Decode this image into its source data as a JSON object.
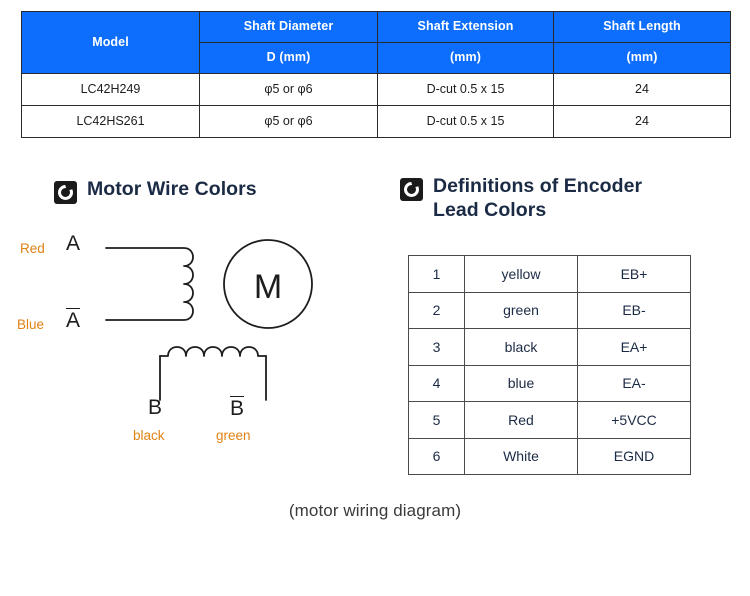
{
  "spec_table": {
    "header_rows": [
      [
        "Model",
        "Shaft Diameter",
        "Shaft Extension",
        "Shaft Length"
      ],
      [
        "D (mm)",
        "(mm)",
        "(mm)"
      ]
    ],
    "columns": [
      "Model",
      "Shaft Diameter",
      "Shaft Extension",
      "Shaft Length"
    ],
    "sub_units": [
      "D (mm)",
      "(mm)",
      "(mm)"
    ],
    "rows": [
      [
        "LC42H249",
        "φ5 or φ6",
        "D-cut 0.5 x 15",
        "24"
      ],
      [
        "LC42HS261",
        "φ5 or φ6",
        "D-cut 0.5 x 15",
        "24"
      ]
    ],
    "header_bg": "#0d6efd",
    "header_fg": "#ffffff",
    "border_color": "#2b2b2b"
  },
  "motor_section": {
    "icon": "target-circle-icon",
    "title": "Motor Wire Colors",
    "diagram": {
      "wire_labels": {
        "top_left": "Red",
        "bottom_left": "Blue",
        "bottom_coil_left": "black",
        "bottom_coil_right": "green"
      },
      "terminals": {
        "a": "A",
        "a_bar": "A",
        "b": "B",
        "b_bar": "B"
      },
      "motor_symbol": "M"
    },
    "label_color": "#e08214",
    "terminal_color": "#1d1d1d"
  },
  "encoder_section": {
    "icon": "target-circle-icon",
    "title_line1": "Definitions of Encoder",
    "title_line2": "Lead Colors",
    "table": {
      "rows": [
        [
          "1",
          "yellow",
          "EB+"
        ],
        [
          "2",
          "green",
          "EB-"
        ],
        [
          "3",
          "black",
          "EA+"
        ],
        [
          "4",
          "blue",
          "EA-"
        ],
        [
          "5",
          "Red",
          "+5VCC"
        ],
        [
          "6",
          "White",
          "EGND"
        ]
      ],
      "border_color": "#4a4a4a",
      "text_color": "#1c2b45"
    }
  },
  "caption": "(motor wiring diagram)"
}
